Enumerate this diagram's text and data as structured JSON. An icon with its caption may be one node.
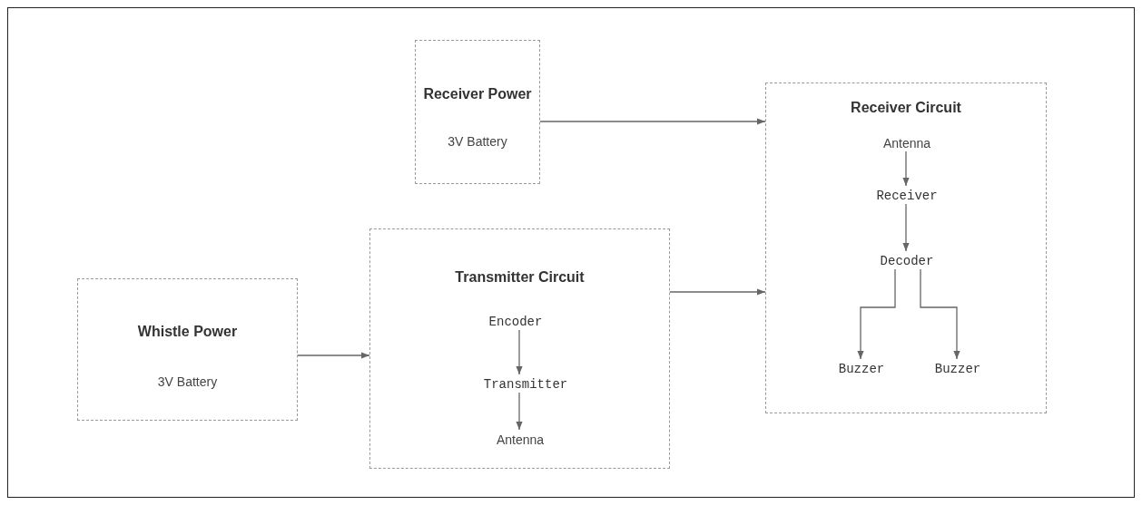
{
  "diagram": {
    "nodes": [
      {
        "text": [
          "Receiver Power",
          "3V Battery"
        ]
      },
      {
        "text": [
          "Receiver Circuit"
        ]
      },
      {
        "text": [
          "Antenna"
        ],
        "in": 1
      },
      {
        "text": [
          "Receiver"
        ],
        "in": 1
      },
      {
        "text": [
          "Decoder"
        ],
        "in": 1
      },
      {
        "text": [
          "Buzzer"
        ],
        "in": 1
      },
      {
        "text": [
          "Buzzer"
        ],
        "in": 1
      },
      {
        "text": [
          "Whistle Power",
          "3V Battery"
        ]
      },
      {
        "text": [
          "Transmitter Circuit"
        ]
      },
      {
        "text": [
          "Encoder"
        ],
        "in": 8
      },
      {
        "text": [
          "Transmitter"
        ],
        "in": 8
      },
      {
        "text": [
          "Antenna"
        ],
        "in": 8
      }
    ],
    "edges": [
      {
        "from": 0,
        "to": 1,
        "arrow": "to"
      },
      {
        "from": 2,
        "to": 3,
        "arrow": "to"
      },
      {
        "from": 3,
        "to": 4,
        "arrow": "to"
      },
      {
        "from": 4,
        "to": 5,
        "arrow": "to"
      },
      {
        "from": 4,
        "to": 6,
        "arrow": "to"
      },
      {
        "from": 7,
        "to": 8,
        "arrow": "to"
      },
      {
        "from": 8,
        "to": 1,
        "arrow": "to"
      },
      {
        "from": 9,
        "to": 10,
        "arrow": "to"
      },
      {
        "from": 10,
        "to": 11,
        "arrow": "to"
      }
    ]
  }
}
